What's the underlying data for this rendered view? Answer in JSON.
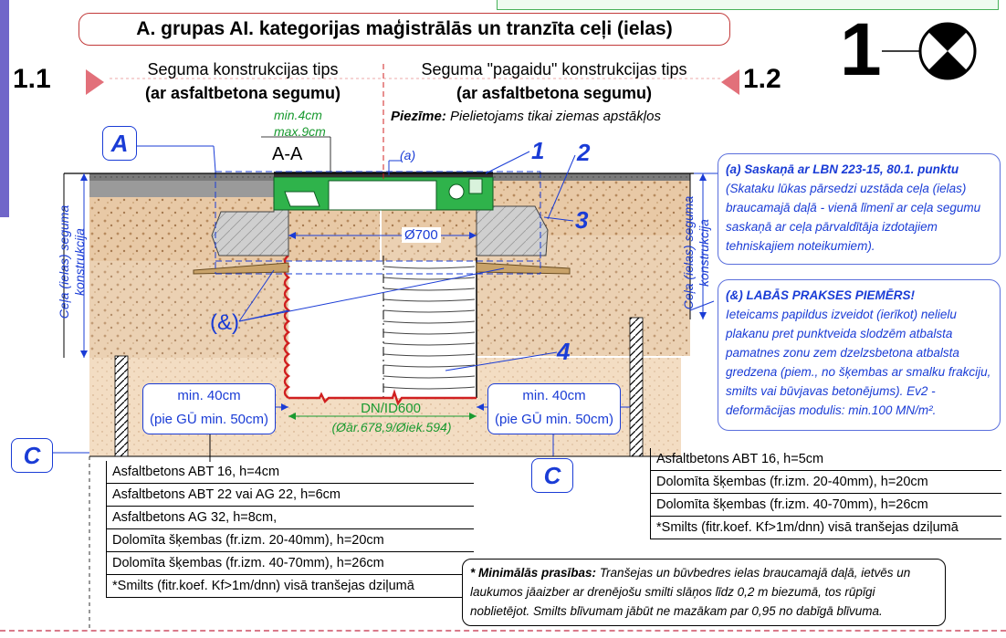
{
  "title": "A. grupas AI. kategorijas maģistrālās un tranzīta ceļi (ielas)",
  "symbol_number": "1",
  "section_left": {
    "number": "1.1",
    "line1": "Seguma konstrukcijas tips",
    "line2": "(ar asfaltbetona segumu)"
  },
  "section_right": {
    "number": "1.2",
    "line1": "Seguma \"pagaidu\" konstrukcijas tips",
    "line2": "(ar asfaltbetona segumu)",
    "note_label": "Piezīme:",
    "note_text": " Pielietojams tikai ziemas apstākļos"
  },
  "dims": {
    "min4": "min.4cm",
    "max9": "max.9cm",
    "section_aa": "A-A",
    "a_mark": "(a)",
    "diam700": "Ø700",
    "pipe_main": "DN/ID600",
    "pipe_sub": "(Øār.678,9/Øiek.594)",
    "min40_left": "min. 40cm",
    "gu50_left": "(pie GŪ min. 50cm)",
    "min40_right": "min. 40cm",
    "gu50_right": "(pie GŪ min. 50cm)",
    "amp_mark": "(&)"
  },
  "callouts": {
    "a_letter": "A",
    "c_left": "C",
    "c_right": "C"
  },
  "numbers": {
    "n1": "1",
    "n2": "2",
    "n3": "3",
    "n4": "4"
  },
  "side_labels": {
    "left": "Ceļa (ielas) seguma konstrukcija",
    "right": "Ceļa (ielas) seguma konstrukcija"
  },
  "note_a": {
    "head": "(a) Saskaņā ar LBN 223-15, 80.1. punktu",
    "body": "(Skataku lūkas pārsedzi uzstāda ceļa (ielas) braucamajā daļā - vienā līmenī ar ceļa segumu saskaņā ar ceļa pārvaldītāja izdotajiem tehniskajiem noteikumiem)."
  },
  "note_amp": {
    "head": "(&) LABĀS PRAKSES PIEMĒRS!",
    "body": "Ieteicams papildus izveidot (ierīkot) nelielu plakanu pret punktveida slodzēm atbalsta pamatnes zonu zem dzelzsbetona atbalsta gredzena (piem., no šķembas ar smalku frakciju, smilts vai būvjavas betonējums). Ev2 - deformācijas modulis: min.100 MN/m²."
  },
  "layers_left": [
    "Asfaltbetons ABT 16, h=4cm",
    "Asfaltbetons ABT 22 vai AG 22, h=6cm",
    "Asfaltbetons AG 32, h=8cm,",
    "Dolomīta šķembas (fr.izm. 20-40mm), h=20cm",
    "Dolomīta šķembas (fr.izm. 40-70mm), h=26cm",
    "*Smilts (fitr.koef. Kf>1m/dnn) visā tranšejas dziļumā"
  ],
  "layers_right": [
    "Asfaltbetons ABT 16, h=5cm",
    "Dolomīta šķembas (fr.izm. 20-40mm), h=20cm",
    "Dolomīta šķembas (fr.izm. 40-70mm), h=26cm",
    "*Smilts (fitr.koef. Kf>1m/dnn) visā tranšejas dziļumā"
  ],
  "min_requirements": {
    "label": "* Minimālās prasības:",
    "text": " Tranšejas un būvbedres ielas braucamajā daļā, ietvēs un laukumos jāaizber ar drenējošu smilti slāņos līdz 0,2 m biezumā, tos rūpīgi noblietējot. Smilts blīvumam jābūt ne mazākam par 0,95 no dabīgā blīvuma."
  },
  "colors": {
    "accent_blue": "#1a3cd6",
    "title_border": "#c23a3a",
    "gravel": "#e8c9a6",
    "concrete": "#c8c8c8",
    "asphalt": "#6e6e6e",
    "cover_green": "#2fb34b",
    "pipe_red": "#d02020",
    "arrow_red": "#e2707a"
  }
}
